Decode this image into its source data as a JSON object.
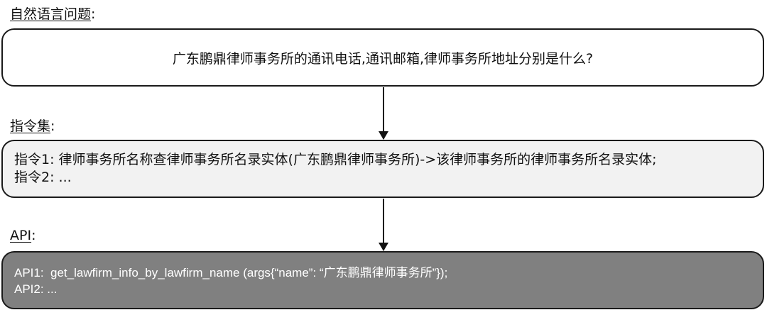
{
  "sections": {
    "question": {
      "label": "自然语言问题",
      "colon": ":",
      "text": "广东鹏鼎律师事务所的通讯电话,通讯邮箱,律师事务所地址分别是什么?"
    },
    "instructions": {
      "label": "指令集",
      "colon": ":",
      "lines": [
        "指令1: 律师事务所名称查律师事务所名录实体(广东鹏鼎律师事务所)->该律师事务所的律师事务所名录实体;",
        "指令2: ..."
      ]
    },
    "api": {
      "label": "API",
      "colon": ":",
      "lines": [
        "API1:  get_lawfirm_info_by_lawfirm_name (args{“name”: “广东鹏鼎律师事务所”});",
        "API2: ..."
      ]
    }
  },
  "colors": {
    "question_box_bg": "#ffffff",
    "instruction_box_bg": "#f2f2f2",
    "api_box_bg": "#808080",
    "api_text": "#ffffff",
    "border": "#1a1a1a"
  }
}
